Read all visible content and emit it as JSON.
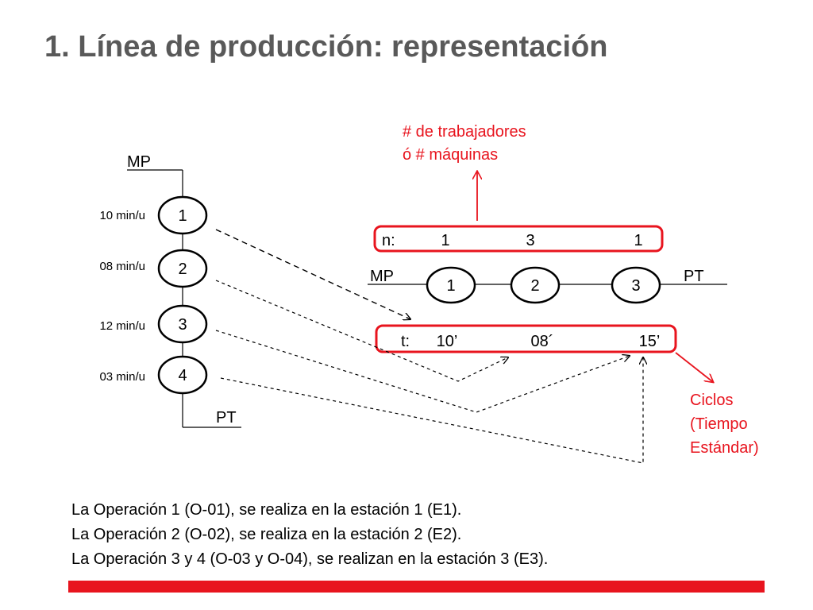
{
  "title": "1. Línea de producción: representación",
  "vertical_line": {
    "start_label": "MP",
    "end_label": "PT",
    "operations": [
      {
        "number": "1",
        "time": "10 min/u"
      },
      {
        "number": "2",
        "time": "08 min/u"
      },
      {
        "number": "3",
        "time": "12 min/u"
      },
      {
        "number": "4",
        "time": "03 min/u"
      }
    ]
  },
  "horizontal_line": {
    "start_label": "MP",
    "end_label": "PT",
    "stations": [
      "1",
      "2",
      "3"
    ],
    "n_label": "n:",
    "n_values": [
      "1",
      "3",
      "1"
    ],
    "t_label": "t:",
    "t_values": [
      "10’",
      "08´",
      "15’"
    ]
  },
  "annotations": {
    "workers_line1": "# de trabajadores",
    "workers_line2": "ó # máquinas",
    "cycles_line1": "Ciclos",
    "cycles_line2": "(Tiempo",
    "cycles_line3": "Estándar)"
  },
  "notes": [
    "La Operación 1 (O-01), se realiza en la estación 1 (E1).",
    "La Operación 2 (O-02), se realiza en la estación 2 (E2).",
    "La Operación 3 y 4 (O-03 y O-04), se realizan en la estación 3 (E3)."
  ],
  "colors": {
    "accent": "#e8141e",
    "title": "#595959",
    "ink": "#000000"
  }
}
